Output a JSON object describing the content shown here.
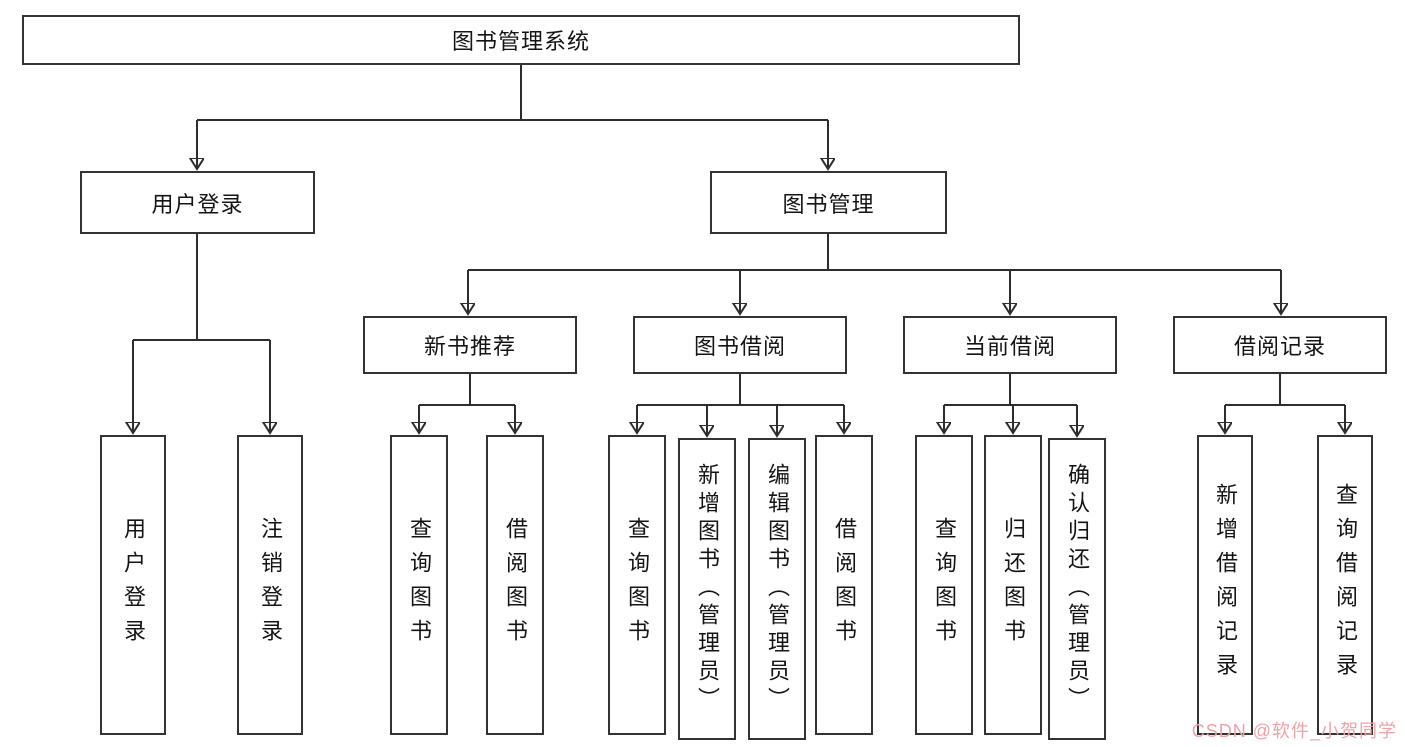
{
  "nodes": {
    "root": "图书管理系统",
    "user_login": "用户登录",
    "book_mgmt": "图书管理",
    "new_book": "新书推荐",
    "book_borrow": "图书借阅",
    "current_borrow": "当前借阅",
    "borrow_record": "借阅记录",
    "leaf_user_login": "用户登录",
    "leaf_logout": "注销登录",
    "leaf_query_book_1": "查询图书",
    "leaf_borrow_book_1": "借阅图书",
    "leaf_query_book_2": "查询图书",
    "leaf_add_book_admin": "新增图书（管理员）",
    "leaf_edit_book_admin": "编辑图书（管理员）",
    "leaf_borrow_book_2": "借阅图书",
    "leaf_query_book_3": "查询图书",
    "leaf_return_book": "归还图书",
    "leaf_confirm_return_admin": "确认归还（管理员）",
    "leaf_add_borrow_record": "新增借阅记录",
    "leaf_query_borrow_record": "查询借阅记录"
  },
  "watermark": "CSDN @软件_小贺同学",
  "colors": {
    "line": "#2d2d2d",
    "box_border": "#333333",
    "watermark": "#f0a2a8"
  }
}
